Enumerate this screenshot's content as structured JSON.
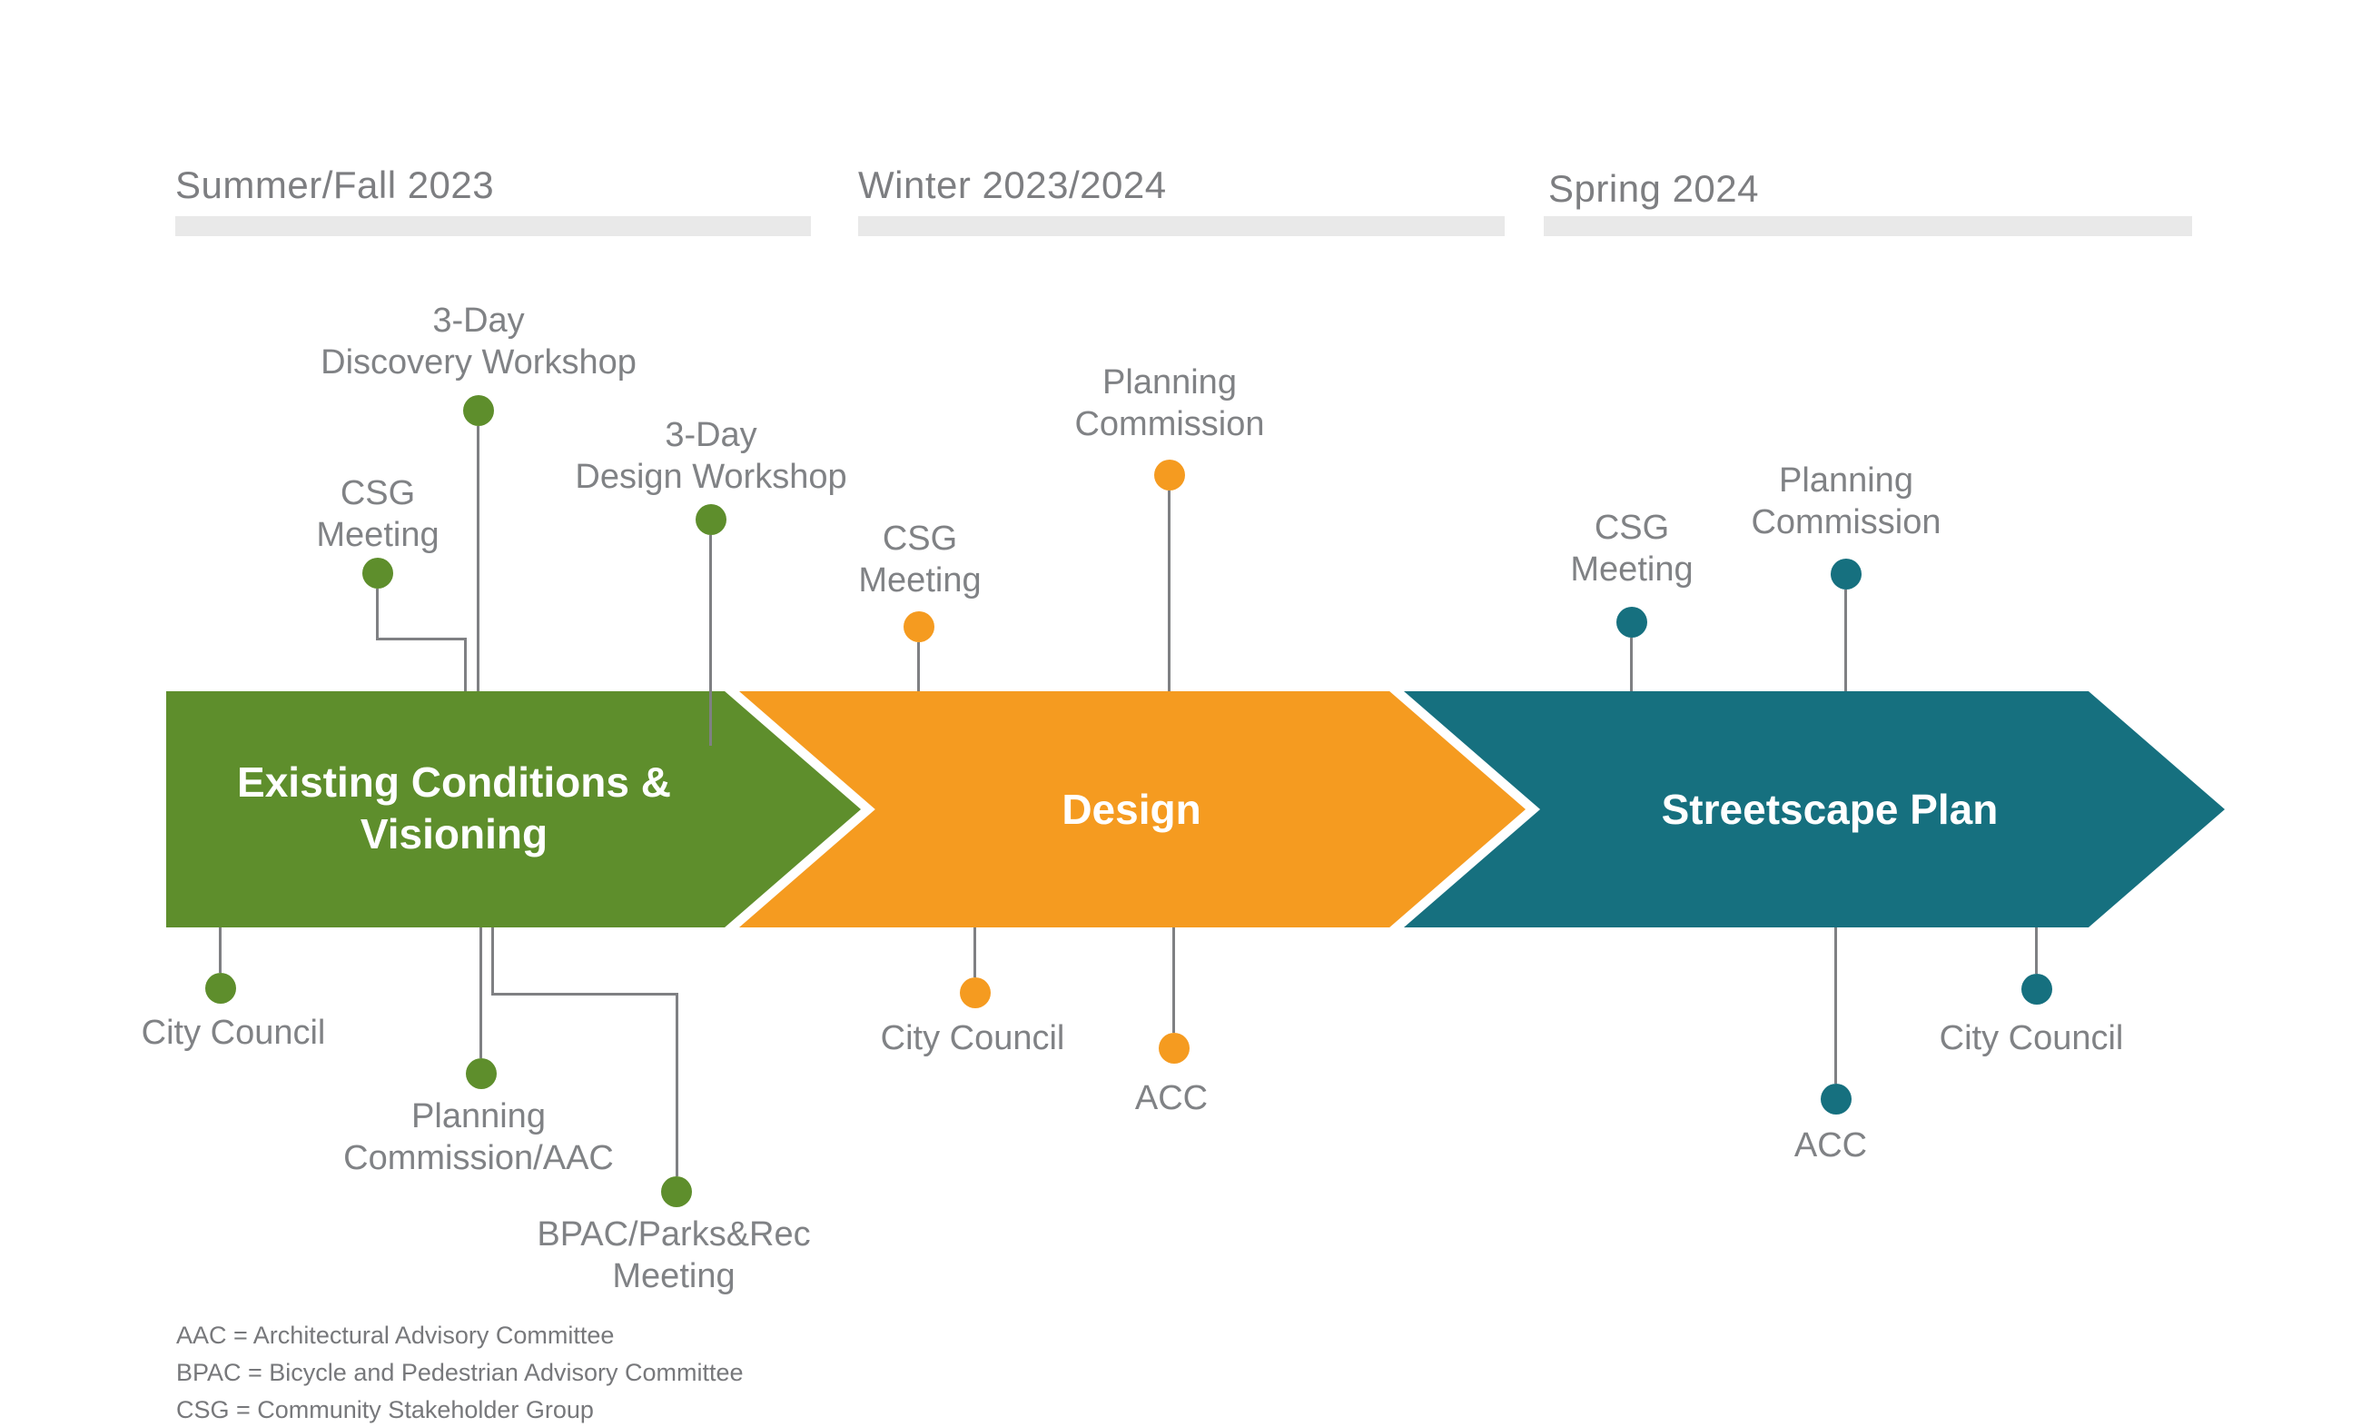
{
  "diagram": {
    "title": "Project timeline with three phases",
    "periods": [
      {
        "label": "Summer/Fall 2023"
      },
      {
        "label": "Winter 2023/2024"
      },
      {
        "label": "Spring 2024"
      }
    ],
    "phases": [
      {
        "title": "Existing Conditions & Visioning",
        "period": "Summer/Fall 2023",
        "color": "#5e8e2c"
      },
      {
        "title": "Design",
        "period": "Winter 2023/2024",
        "color": "#f59b20"
      },
      {
        "title": "Streetscape Plan",
        "period": "Spring 2024",
        "color": "#16707f"
      }
    ],
    "milestones": [
      {
        "phase": "Existing Conditions & Visioning",
        "position": "above",
        "lines": [
          "CSG",
          "Meeting"
        ]
      },
      {
        "phase": "Existing Conditions & Visioning",
        "position": "above",
        "lines": [
          "3-Day",
          "Discovery Workshop"
        ]
      },
      {
        "phase": "Existing Conditions & Visioning",
        "position": "above",
        "lines": [
          "3-Day",
          "Design Workshop"
        ]
      },
      {
        "phase": "Existing Conditions & Visioning",
        "position": "below",
        "lines": [
          "City Council"
        ]
      },
      {
        "phase": "Existing Conditions & Visioning",
        "position": "below",
        "lines": [
          "Planning",
          "Commission/AAC"
        ]
      },
      {
        "phase": "Existing Conditions & Visioning",
        "position": "below",
        "lines": [
          "BPAC/Parks&Rec",
          "Meeting"
        ]
      },
      {
        "phase": "Design",
        "position": "above",
        "lines": [
          "CSG",
          "Meeting"
        ]
      },
      {
        "phase": "Design",
        "position": "above",
        "lines": [
          "Planning",
          "Commission"
        ]
      },
      {
        "phase": "Design",
        "position": "below",
        "lines": [
          "City Council"
        ]
      },
      {
        "phase": "Design",
        "position": "below",
        "lines": [
          "ACC"
        ]
      },
      {
        "phase": "Streetscape Plan",
        "position": "above",
        "lines": [
          "CSG",
          "Meeting"
        ]
      },
      {
        "phase": "Streetscape Plan",
        "position": "above",
        "lines": [
          "Planning",
          "Commission"
        ]
      },
      {
        "phase": "Streetscape Plan",
        "position": "below",
        "lines": [
          "ACC"
        ]
      },
      {
        "phase": "Streetscape Plan",
        "position": "below",
        "lines": [
          "City Council"
        ]
      }
    ],
    "legend": [
      "AAC = Architectural Advisory Committee",
      "BPAC = Bicycle and Pedestrian Advisory Committee",
      "CSG = Community Stakeholder Group"
    ],
    "colors": {
      "green": "#5e8e2c",
      "orange": "#f59b20",
      "teal": "#16707f",
      "label_gray": "#808285",
      "connector_gray": "#7f8083",
      "period_bar_gray": "#e9e9e9"
    }
  }
}
